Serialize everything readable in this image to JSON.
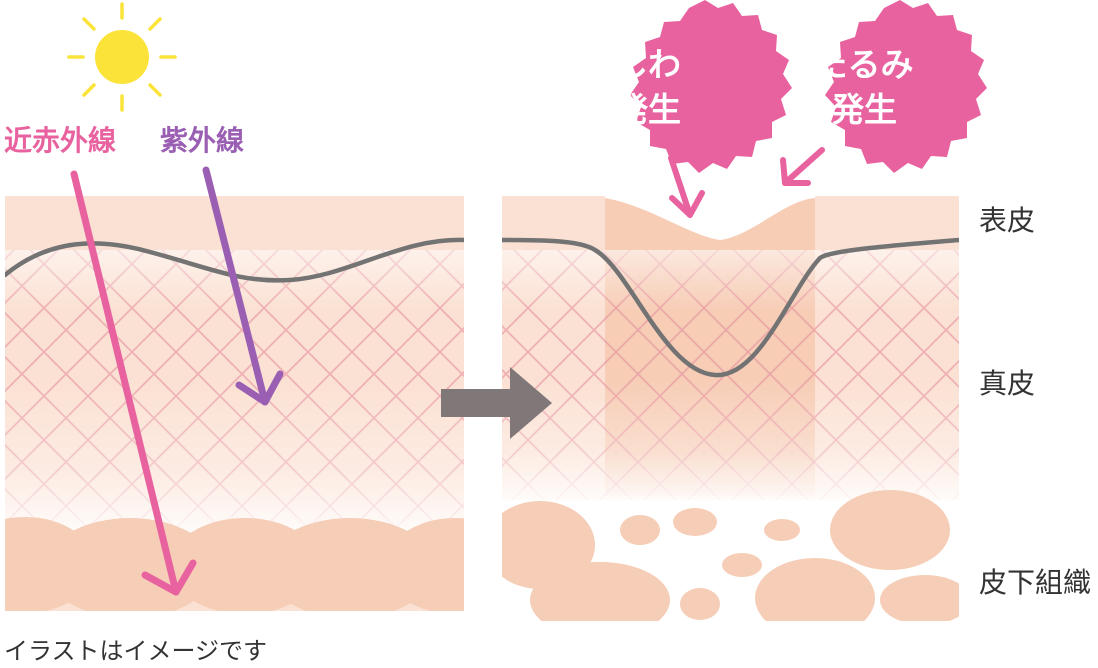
{
  "rays": {
    "near_infrared": "近赤外線",
    "ultraviolet": "紫外線"
  },
  "effects": {
    "wrinkle": {
      "line1": "しわ",
      "line2": "発生"
    },
    "sagging": {
      "line1": "たるみ",
      "line2": "発生"
    }
  },
  "layers": {
    "epidermis": "表皮",
    "dermis": "真皮",
    "subcutaneous": "皮下組織"
  },
  "note": "イラストはイメージです",
  "colors": {
    "skin": "#fbe1d3",
    "fat": "#f6cdb6",
    "mesh": "#e3889a",
    "wrinkle_area": "#f6c8af",
    "skin_line": "#737373",
    "near_infrared": "#e8629f",
    "ultraviolet": "#9a5fb3",
    "badge": "#e8629f",
    "arrow": "#807878"
  }
}
